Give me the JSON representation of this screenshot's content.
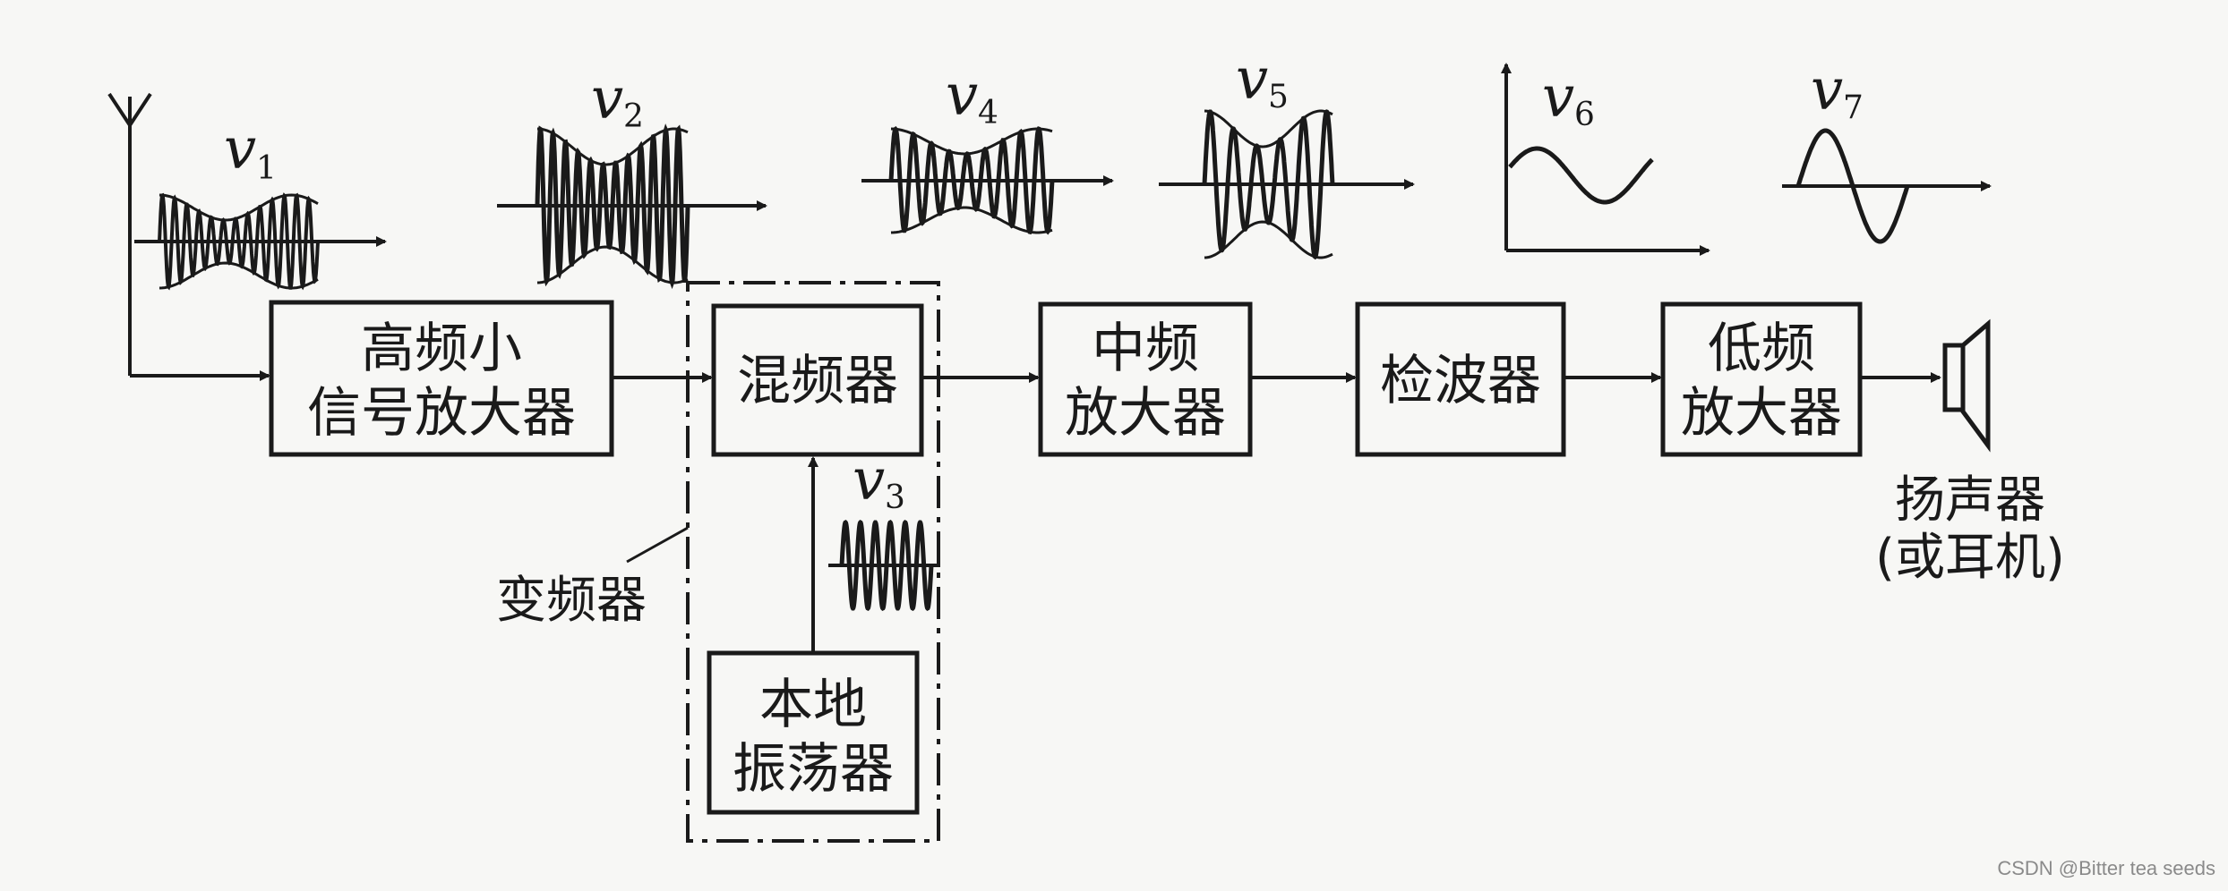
{
  "blocks": {
    "rf_amp": [
      "高频小",
      "信号放大器"
    ],
    "mixer": [
      "混频器"
    ],
    "if_amp": [
      "中频",
      "放大器"
    ],
    "detector": [
      "检波器"
    ],
    "af_amp": [
      "低频",
      "放大器"
    ],
    "local_osc": [
      "本地",
      "振荡器"
    ]
  },
  "labels": {
    "converter": "变频器",
    "speaker_line1": "扬声器",
    "speaker_line2": "(或耳机)"
  },
  "signals": {
    "v1": {
      "symbol": "v",
      "sub": "1"
    },
    "v2": {
      "symbol": "v",
      "sub": "2"
    },
    "v3": {
      "symbol": "v",
      "sub": "3"
    },
    "v4": {
      "symbol": "v",
      "sub": "4"
    },
    "v5": {
      "symbol": "v",
      "sub": "5"
    },
    "v6": {
      "symbol": "v",
      "sub": "6"
    },
    "v7": {
      "symbol": "v",
      "sub": "7"
    }
  },
  "watermark": "CSDN @Bitter tea seeds",
  "colors": {
    "ink": "#1a1a1a",
    "paper": "#f7f7f5"
  }
}
